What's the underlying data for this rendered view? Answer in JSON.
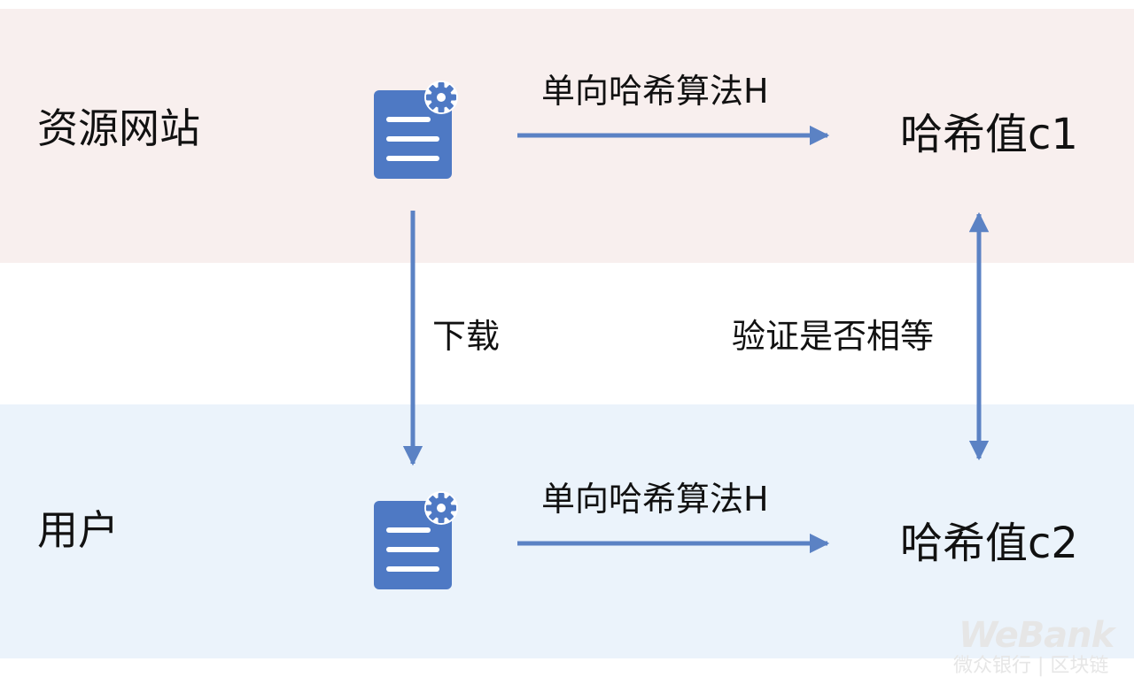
{
  "rows": {
    "top_label": "资源网站",
    "bottom_label": "用户"
  },
  "edges": {
    "hash_top": "单向哈希算法H",
    "hash_bottom": "单向哈希算法H",
    "download": "下载",
    "verify": "验证是否相等"
  },
  "nodes": {
    "hash_c1": "哈希值c1",
    "hash_c2": "哈希值c2"
  },
  "icons": [
    "document-settings-icon",
    "document-settings-icon"
  ],
  "colors": {
    "accent": "#5b82c4",
    "icon": "#4e79c4",
    "top_band": "#f8efee",
    "bottom_band": "#ebf3fb"
  },
  "watermark": {
    "brand": "WeBank",
    "sub": "微众银行 | 区块链"
  }
}
